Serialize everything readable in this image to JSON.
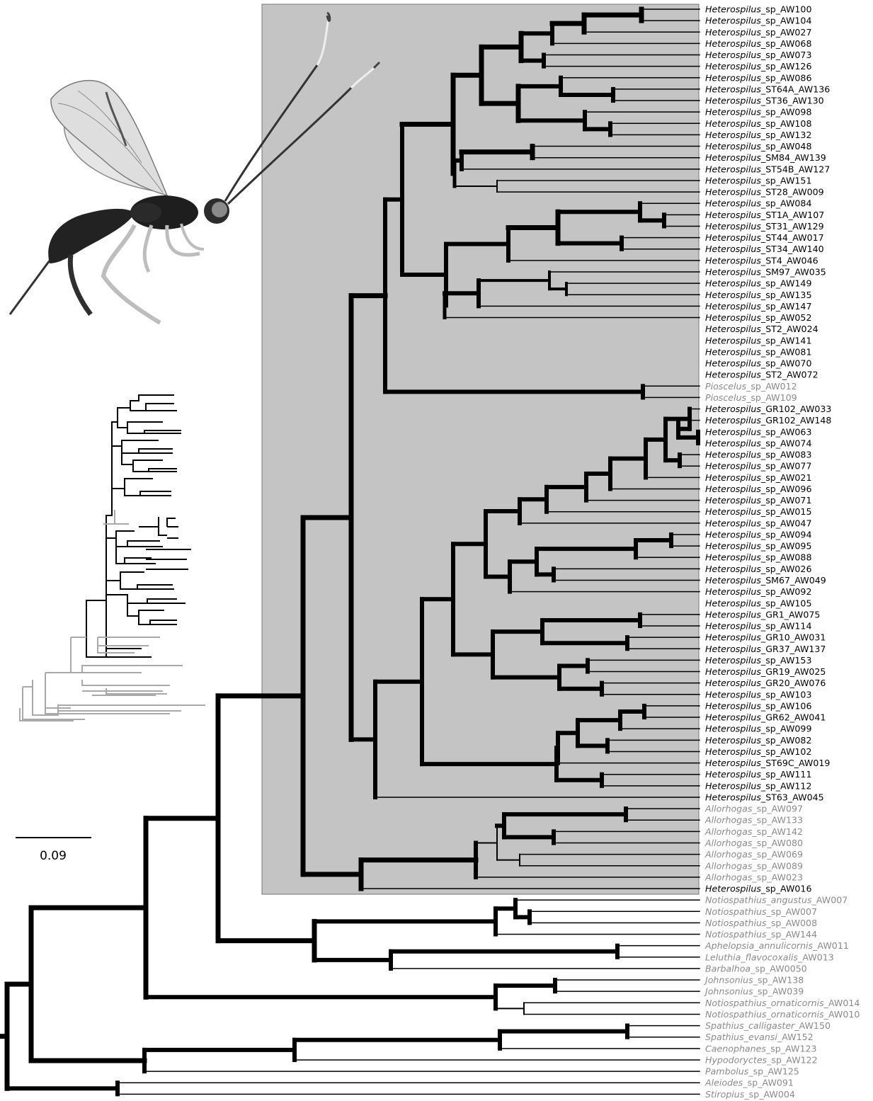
{
  "figure": {
    "scale_bar_label": "0.09",
    "colors": {
      "background": "#ffffff",
      "highlight_box": "#c4c4c4",
      "branch": "#000000",
      "focal_label": "#000000",
      "other_label": "#8a8a8a",
      "inset_other": "#a9a9a9"
    },
    "insect_image": "braconid-wasp-photo",
    "inset_tree": "miniature-overview-phylogeny",
    "taxa": [
      {
        "genus": "Heterospilus",
        "suffix": "_sp_AW100",
        "focal": true
      },
      {
        "genus": "Heterospilus",
        "suffix": "_sp_AW104",
        "focal": true
      },
      {
        "genus": "Heterospilus",
        "suffix": "_sp_AW027",
        "focal": true
      },
      {
        "genus": "Heterospilus",
        "suffix": "_sp_AW068",
        "focal": true
      },
      {
        "genus": "Heterospilus",
        "suffix": "_sp_AW073",
        "focal": true
      },
      {
        "genus": "Heterospilus",
        "suffix": "_sp_AW126",
        "focal": true
      },
      {
        "genus": "Heterospilus",
        "suffix": "_sp_AW086",
        "focal": true
      },
      {
        "genus": "Heterospilus",
        "suffix": "_ST64A_AW136",
        "focal": true
      },
      {
        "genus": "Heterospilus",
        "suffix": "_ST36_AW130",
        "focal": true
      },
      {
        "genus": "Heterospilus",
        "suffix": "_sp_AW098",
        "focal": true
      },
      {
        "genus": "Heterospilus",
        "suffix": "_sp_AW108",
        "focal": true
      },
      {
        "genus": "Heterospilus",
        "suffix": "_sp_AW132",
        "focal": true
      },
      {
        "genus": "Heterospilus",
        "suffix": "_sp_AW048",
        "focal": true
      },
      {
        "genus": "Heterospilus",
        "suffix": "_SM84_AW139",
        "focal": true
      },
      {
        "genus": "Heterospilus",
        "suffix": "_ST54B_AW127",
        "focal": true
      },
      {
        "genus": "Heterospilus",
        "suffix": "_sp_AW151",
        "focal": true
      },
      {
        "genus": "Heterospilus",
        "suffix": "_ST28_AW009",
        "focal": true
      },
      {
        "genus": "Heterospilus",
        "suffix": "_sp_AW084",
        "focal": true
      },
      {
        "genus": "Heterospilus",
        "suffix": "_ST1A_AW107",
        "focal": true
      },
      {
        "genus": "Heterospilus",
        "suffix": "_ST31_AW129",
        "focal": true
      },
      {
        "genus": "Heterospilus",
        "suffix": "_ST44_AW017",
        "focal": true
      },
      {
        "genus": "Heterospilus",
        "suffix": "_ST34_AW140",
        "focal": true
      },
      {
        "genus": "Heterospilus",
        "suffix": "_ST4_AW046",
        "focal": true
      },
      {
        "genus": "Heterospilus",
        "suffix": "_SM97_AW035",
        "focal": true
      },
      {
        "genus": "Heterospilus",
        "suffix": "_sp_AW149",
        "focal": true
      },
      {
        "genus": "Heterospilus",
        "suffix": "_sp_AW135",
        "focal": true
      },
      {
        "genus": "Heterospilus",
        "suffix": "_sp_AW147",
        "focal": true
      },
      {
        "genus": "Heterospilus",
        "suffix": "_sp_AW052",
        "focal": true
      },
      {
        "genus": "Heterospilus",
        "suffix": "_ST2_AW024",
        "focal": true
      },
      {
        "genus": "Heterospilus",
        "suffix": "_sp_AW141",
        "focal": true
      },
      {
        "genus": "Heterospilus",
        "suffix": "_sp_AW081",
        "focal": true
      },
      {
        "genus": "Heterospilus",
        "suffix": "_sp_AW070",
        "focal": true
      },
      {
        "genus": "Heterospilus",
        "suffix": "_ST2_AW072",
        "focal": true
      },
      {
        "genus": "Pioscelus",
        "suffix": "_sp_AW012",
        "focal": false
      },
      {
        "genus": "Pioscelus",
        "suffix": "_sp_AW109",
        "focal": false
      },
      {
        "genus": "Heterospilus",
        "suffix": "_GR102_AW033",
        "focal": true
      },
      {
        "genus": "Heterospilus",
        "suffix": "_GR102_AW148",
        "focal": true
      },
      {
        "genus": "Heterospilus",
        "suffix": "_sp_AW063",
        "focal": true
      },
      {
        "genus": "Heterospilus",
        "suffix": "_sp_AW074",
        "focal": true
      },
      {
        "genus": "Heterospilus",
        "suffix": "_sp_AW083",
        "focal": true
      },
      {
        "genus": "Heterospilus",
        "suffix": "_sp_AW077",
        "focal": true
      },
      {
        "genus": "Heterospilus",
        "suffix": "_sp_AW021",
        "focal": true
      },
      {
        "genus": "Heterospilus",
        "suffix": "_sp_AW096",
        "focal": true
      },
      {
        "genus": "Heterospilus",
        "suffix": "_sp_AW071",
        "focal": true
      },
      {
        "genus": "Heterospilus",
        "suffix": "_sp_AW015",
        "focal": true
      },
      {
        "genus": "Heterospilus",
        "suffix": "_sp_AW047",
        "focal": true
      },
      {
        "genus": "Heterospilus",
        "suffix": "_sp_AW094",
        "focal": true
      },
      {
        "genus": "Heterospilus",
        "suffix": "_sp_AW095",
        "focal": true
      },
      {
        "genus": "Heterospilus",
        "suffix": "_sp_AW088",
        "focal": true
      },
      {
        "genus": "Heterospilus",
        "suffix": "_sp_AW026",
        "focal": true
      },
      {
        "genus": "Heterospilus",
        "suffix": "_SM67_AW049",
        "focal": true
      },
      {
        "genus": "Heterospilus",
        "suffix": "_sp_AW092",
        "focal": true
      },
      {
        "genus": "Heterospilus",
        "suffix": "_sp_AW105",
        "focal": true
      },
      {
        "genus": "Heterospilus",
        "suffix": "_GR1_AW075",
        "focal": true
      },
      {
        "genus": "Heterospilus",
        "suffix": "_sp_AW114",
        "focal": true
      },
      {
        "genus": "Heterospilus",
        "suffix": "_GR10_AW031",
        "focal": true
      },
      {
        "genus": "Heterospilus",
        "suffix": "_GR37_AW137",
        "focal": true
      },
      {
        "genus": "Heterospilus",
        "suffix": "_sp_AW153",
        "focal": true
      },
      {
        "genus": "Heterospilus",
        "suffix": "_GR19_AW025",
        "focal": true
      },
      {
        "genus": "Heterospilus",
        "suffix": "_GR20_AW076",
        "focal": true
      },
      {
        "genus": "Heterospilus",
        "suffix": "_sp_AW103",
        "focal": true
      },
      {
        "genus": "Heterospilus",
        "suffix": "_sp_AW106",
        "focal": true
      },
      {
        "genus": "Heterospilus",
        "suffix": "_GR62_AW041",
        "focal": true
      },
      {
        "genus": "Heterospilus",
        "suffix": "_sp_AW099",
        "focal": true
      },
      {
        "genus": "Heterospilus",
        "suffix": "_sp_AW082",
        "focal": true
      },
      {
        "genus": "Heterospilus",
        "suffix": "_sp_AW102",
        "focal": true
      },
      {
        "genus": "Heterospilus",
        "suffix": "_ST69C_AW019",
        "focal": true
      },
      {
        "genus": "Heterospilus",
        "suffix": "_sp_AW111",
        "focal": true
      },
      {
        "genus": "Heterospilus",
        "suffix": "_sp_AW112",
        "focal": true
      },
      {
        "genus": "Heterospilus",
        "suffix": "_ST63_AW045",
        "focal": true
      },
      {
        "genus": "Allorhogas",
        "suffix": "_sp_AW097",
        "focal": false
      },
      {
        "genus": "Allorhogas",
        "suffix": "_sp_AW133",
        "focal": false
      },
      {
        "genus": "Allorhogas",
        "suffix": "_sp_AW142",
        "focal": false
      },
      {
        "genus": "Allorhogas",
        "suffix": "_sp_AW080",
        "focal": false
      },
      {
        "genus": "Allorhogas",
        "suffix": "_sp_AW069",
        "focal": false
      },
      {
        "genus": "Allorhogas",
        "suffix": "_sp_AW089",
        "focal": false
      },
      {
        "genus": "Allorhogas",
        "suffix": "_sp_AW023",
        "focal": false
      },
      {
        "genus": "Heterospilus",
        "suffix": "_sp_AW016",
        "focal": true
      },
      {
        "genus": "Notiospathius_angustus",
        "suffix": "_AW007",
        "focal": false
      },
      {
        "genus": "Notiospathius",
        "suffix": "_sp_AW007",
        "focal": false
      },
      {
        "genus": "Notiospathius",
        "suffix": "_sp_AW008",
        "focal": false
      },
      {
        "genus": "Notiospathius",
        "suffix": "_sp_AW144",
        "focal": false
      },
      {
        "genus": "Aphelopsia_annulicornis",
        "suffix": "_AW011",
        "focal": false
      },
      {
        "genus": "Leluthia_flavocoxalis",
        "suffix": "_AW013",
        "focal": false
      },
      {
        "genus": "Barbalhoa",
        "suffix": "_sp_AW0050",
        "focal": false
      },
      {
        "genus": "Johnsonius",
        "suffix": "_sp_AW138",
        "focal": false
      },
      {
        "genus": "Johnsonius",
        "suffix": "_sp_AW039",
        "focal": false
      },
      {
        "genus": "Notiospathius_ornaticornis",
        "suffix": "_AW014",
        "focal": false
      },
      {
        "genus": "Notiospathius_ornaticornis",
        "suffix": "_AW010",
        "focal": false
      },
      {
        "genus": "Spathius_calligaster",
        "suffix": "_AW150",
        "focal": false
      },
      {
        "genus": "Spathius_evansi",
        "suffix": "_AW152",
        "focal": false
      },
      {
        "genus": "Caenophanes",
        "suffix": "_sp_AW123",
        "focal": false
      },
      {
        "genus": "Hypodoryctes",
        "suffix": "_sp_AW122",
        "focal": false
      },
      {
        "genus": "Pambolus",
        "suffix": "_sp_AW125",
        "focal": false
      },
      {
        "genus": "Aleiodes",
        "suffix": "_sp_AW091",
        "focal": false
      },
      {
        "genus": "Stiropius",
        "suffix": "_sp_AW004",
        "focal": false
      }
    ]
  }
}
